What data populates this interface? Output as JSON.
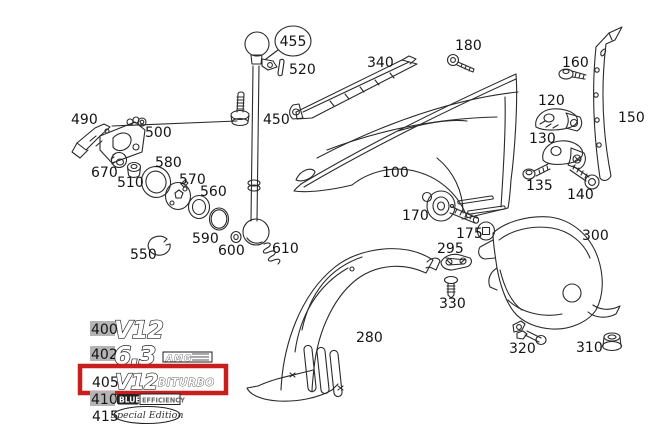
{
  "diagram": {
    "description": "Exploded parts diagram of a car front fender with antenna, trim strips, clamps, fasteners, inner wheel-arch liners and emblem badges",
    "colors": {
      "background": "#ffffff",
      "line": "#2a2a2a",
      "label_text": "#141414",
      "highlight_box": "#c81e1e",
      "ref_highlight_bg": "#b4b4b4",
      "chip_bg": "#222222",
      "chip_text": "#ffffff"
    },
    "highlighted_part": "405",
    "labels": {
      "100": "100",
      "120": "120",
      "130": "130",
      "135": "135",
      "140": "140",
      "150": "150",
      "160": "160",
      "170": "170",
      "175": "175",
      "180": "180",
      "280": "280",
      "295": "295",
      "300": "300",
      "310": "310",
      "320": "320",
      "330": "330",
      "340": "340",
      "450": "450",
      "455": "455",
      "490": "490",
      "500": "500",
      "510": "510",
      "520": "520",
      "550": "550",
      "560": "560",
      "570": "570",
      "580": "580",
      "590": "590",
      "600": "600",
      "610": "610",
      "670": "670"
    },
    "badges": {
      "b400": {
        "ref": "400",
        "emblem": "V12"
      },
      "b402": {
        "ref": "402",
        "emblem": "6.3",
        "suffix": "AMG"
      },
      "b405": {
        "ref": "405",
        "emblem": "V12",
        "suffix": "BITURBO"
      },
      "b410": {
        "ref": "410",
        "chip": "BLUE",
        "chip_suffix": "EFFICIENCY"
      },
      "b415": {
        "ref": "415",
        "emblem": "Special Edition"
      }
    }
  }
}
